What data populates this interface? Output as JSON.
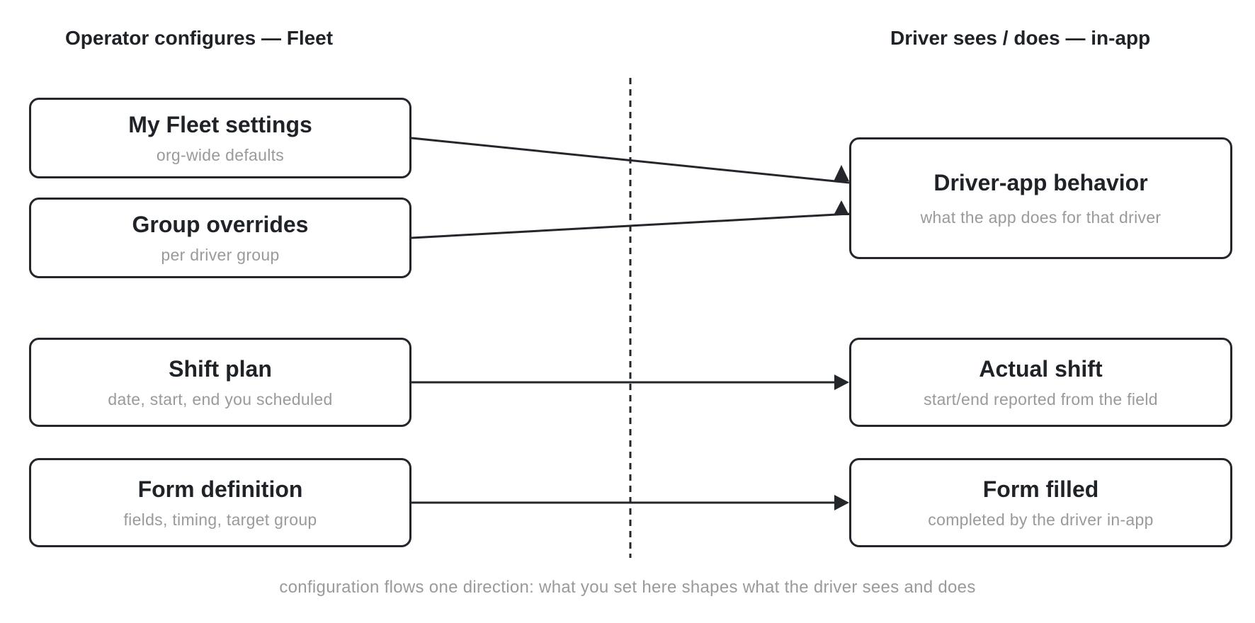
{
  "headings": {
    "left": "Operator configures — Fleet",
    "right": "Driver sees / does — in-app"
  },
  "nodes": {
    "fleet_settings": {
      "title": "My Fleet settings",
      "subtitle": "org-wide defaults"
    },
    "group_overrides": {
      "title": "Group overrides",
      "subtitle": "per driver group"
    },
    "shift_plan": {
      "title": "Shift plan",
      "subtitle": "date, start, end you scheduled"
    },
    "form_definition": {
      "title": "Form definition",
      "subtitle": "fields, timing, target group"
    },
    "driver_behavior": {
      "title": "Driver-app behavior",
      "subtitle": "what the app does for that driver"
    },
    "actual_shift": {
      "title": "Actual shift",
      "subtitle": "start/end reported from the field"
    },
    "form_filled": {
      "title": "Form filled",
      "subtitle": "completed by the driver in-app"
    }
  },
  "edges": [
    {
      "from": "fleet_settings",
      "to": "driver_behavior"
    },
    {
      "from": "group_overrides",
      "to": "driver_behavior"
    },
    {
      "from": "shift_plan",
      "to": "actual_shift"
    },
    {
      "from": "form_definition",
      "to": "form_filled"
    }
  ],
  "footer": "configuration flows one direction: what you set here shapes what the driver sees and does",
  "colors": {
    "stroke": "#23272b",
    "subtitle": "#9a9a9a",
    "background": "#ffffff"
  }
}
